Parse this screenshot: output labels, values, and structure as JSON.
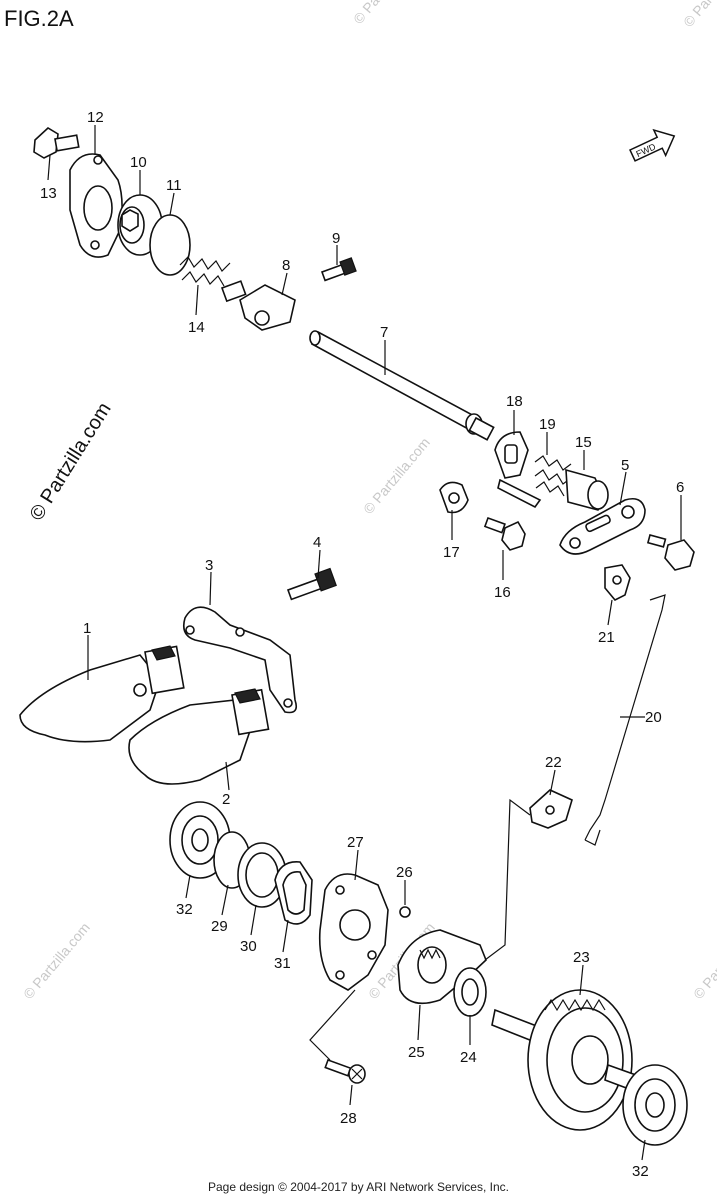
{
  "figure": {
    "title": "FIG.2A"
  },
  "fwd_badge": "FWD",
  "watermark": {
    "main": "© Partzilla.com",
    "faint": "© Partzilla.com"
  },
  "footer": {
    "text": "Page design © 2004-2017 by ARI Network Services, Inc."
  },
  "callouts": {
    "c1": "1",
    "c2": "2",
    "c3": "3",
    "c4": "4",
    "c5": "5",
    "c6": "6",
    "c7": "7",
    "c8": "8",
    "c9": "9",
    "c10": "10",
    "c11": "11",
    "c12": "12",
    "c13": "13",
    "c14": "14",
    "c15": "15",
    "c16": "16",
    "c17": "17",
    "c18": "18",
    "c19": "19",
    "c20": "20",
    "c21": "21",
    "c22": "22",
    "c23": "23",
    "c24": "24",
    "c25": "25",
    "c26": "26",
    "c27": "27",
    "c28": "28",
    "c29": "29",
    "c30": "30",
    "c31": "31",
    "c32a": "32",
    "c32b": "32"
  }
}
